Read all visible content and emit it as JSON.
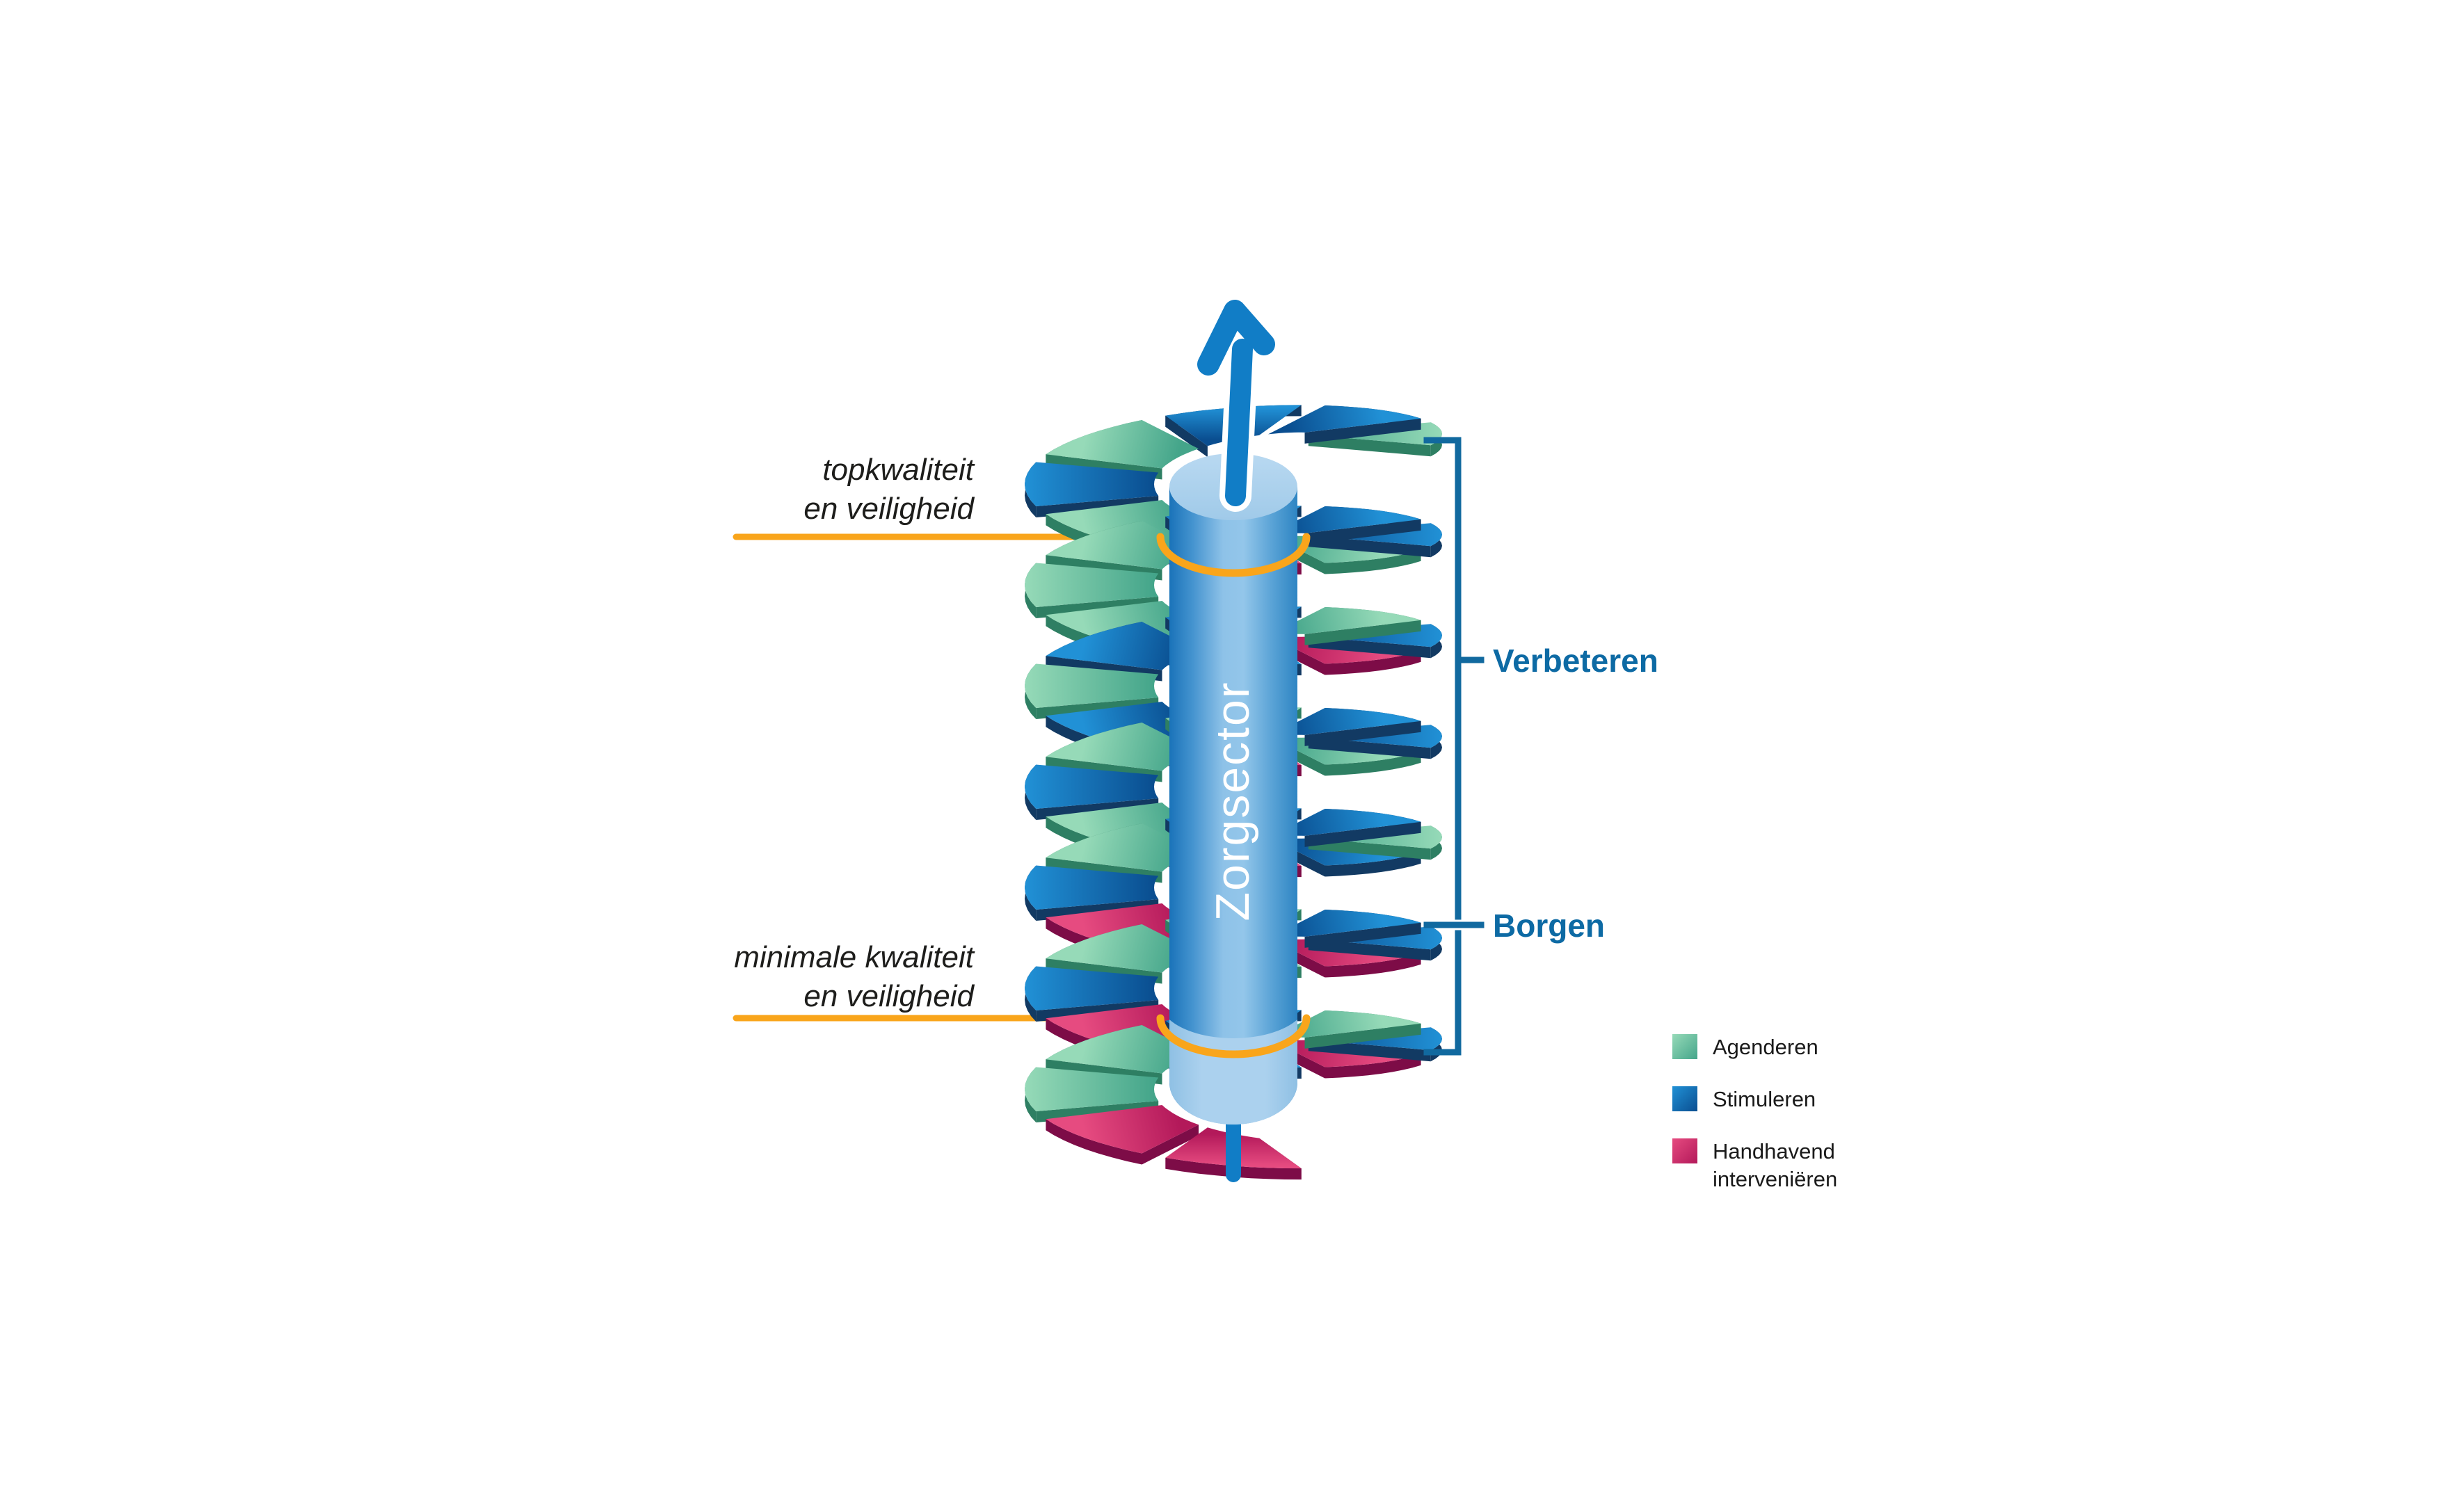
{
  "cylinder": {
    "label": "Zorgsector"
  },
  "thresholds": {
    "top": {
      "line1": "topkwaliteit",
      "line2": "en veiligheid"
    },
    "bottom": {
      "line1": "minimale kwaliteit",
      "line2": "en veiligheid"
    }
  },
  "zones": {
    "verbeteren": "Verbeteren",
    "borgen": "Borgen"
  },
  "legend": {
    "items": [
      {
        "id": "agenderen",
        "label": "Agenderen",
        "label2": ""
      },
      {
        "id": "stimuleren",
        "label": "Stimuleren",
        "label2": ""
      },
      {
        "id": "handhavend",
        "label": "Handhavend",
        "label2": "interveniëren"
      }
    ]
  },
  "categories": {
    "agenderen": {
      "light": "#96dab8",
      "dark": "#44a58a",
      "rim": "#2e7f63"
    },
    "stimuleren": {
      "light": "#2191d6",
      "dark": "#0a4e90",
      "rim": "#123a63"
    },
    "handhavend": {
      "light": "#e64b80",
      "dark": "#b3195a",
      "rim": "#7d0c47"
    }
  },
  "helix": {
    "key": {
      "G": "agenderen",
      "B": "stimuleren",
      "P": "handhavend"
    },
    "sequence": [
      "G",
      "B",
      "B",
      "G",
      "B",
      "G",
      "P",
      "G",
      "B",
      "B",
      "B",
      "G",
      "G",
      "G",
      "B",
      "P",
      "B",
      "G",
      "B",
      "B",
      "G",
      "B",
      "P",
      "G",
      "B",
      "B",
      "G",
      "G",
      "B",
      "G",
      "P",
      "B",
      "G",
      "B",
      "B",
      "G",
      "B",
      "P",
      "G",
      "P",
      "B",
      "B",
      "G",
      "G",
      "B",
      "P",
      "B",
      "P",
      "B",
      "G",
      "B",
      "G",
      "G",
      "P",
      "P"
    ]
  },
  "colors": {
    "orange": "#f9a51b",
    "bracket": "#11699f",
    "zone_label": "#0d6aa4",
    "arrow": "#117dc6",
    "text": "#1d1d1b",
    "cylinder_edge": "#1a73b9",
    "cylinder_light": "#93c6ea",
    "cylinder_pale": "#a9cfec"
  }
}
